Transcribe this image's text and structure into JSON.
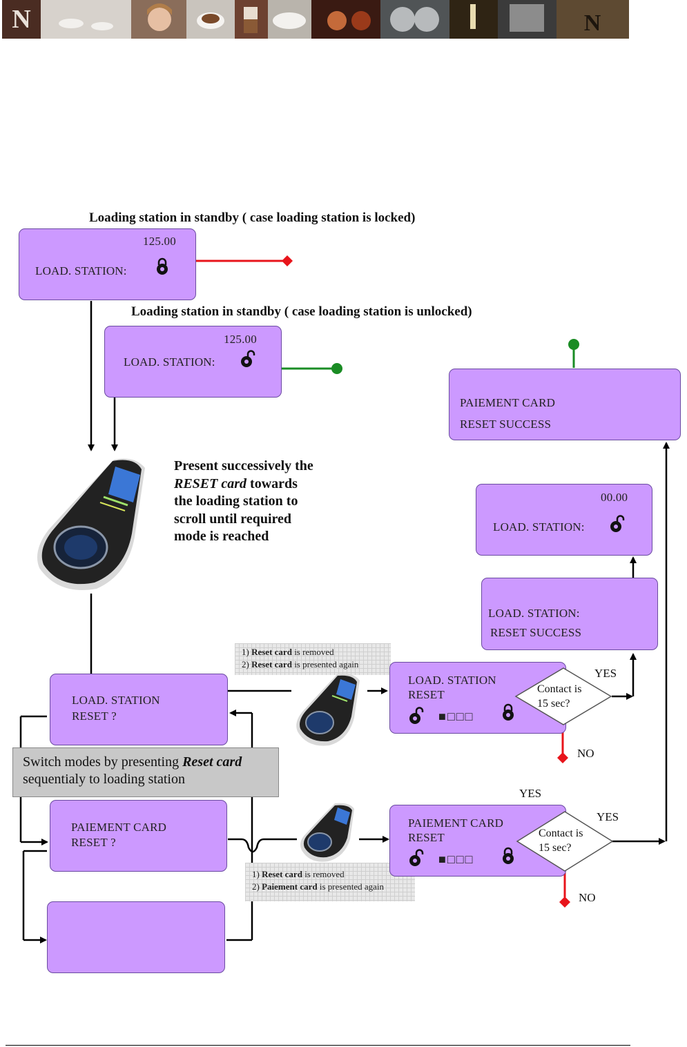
{
  "title_locked": "Loading station in standby ( case loading station is locked)",
  "title_unlocked": "Loading station in standby ( case loading station is unlocked)",
  "locked_box": {
    "amount": "125.00",
    "label": "LOAD. STATION:"
  },
  "unlocked_box": {
    "amount": "125.00",
    "label": "LOAD. STATION:"
  },
  "paiement_success": {
    "line1": "PAIEMENT CARD",
    "line2": "RESET SUCCESS"
  },
  "load_zero": {
    "amount": "00.00",
    "label": "LOAD. STATION:"
  },
  "load_success": {
    "line1": "LOAD. STATION:",
    "line2": "RESET SUCCESS"
  },
  "instructions": {
    "line1": "Present successively the",
    "line2_em": "RESET card",
    "line2_rest": " towards",
    "line3": "the loading station to",
    "line4": "scroll until required",
    "line5": "mode is reached"
  },
  "note_load": {
    "line1_num": "1) ",
    "line1_bold": "Reset card",
    "line1_rest": " is removed",
    "line2_num": "2) ",
    "line2_bold": "Reset card",
    "line2_rest": " is presented again"
  },
  "note_paiement": {
    "line1_num": "1) ",
    "line1_bold": "Reset card",
    "line1_rest": " is removed",
    "line2_num": "2) ",
    "line2_bold": "Paiement card",
    "line2_rest": " is presented again"
  },
  "load_reset_q": {
    "line1": "LOAD. STATION",
    "line2": "RESET ?"
  },
  "paiement_reset_q": {
    "line1": "PAIEMENT CARD",
    "line2": "RESET ?"
  },
  "switch_note": {
    "part1": "Switch modes by presenting ",
    "part_em": "Reset card",
    "line2": "sequentialy to loading station"
  },
  "load_reset_box": {
    "line1": "LOAD. STATION",
    "line2": "RESET",
    "progress": "■□□□"
  },
  "paiement_reset_box": {
    "line1": "PAIEMENT CARD",
    "line2": "RESET",
    "progress": "■□□□"
  },
  "decision_load": {
    "line1": "Contact is",
    "line2": "15 sec?"
  },
  "decision_paiement": {
    "line1": "Contact is",
    "line2": "15 sec?"
  },
  "labels": {
    "yes": "YES",
    "no": "NO"
  },
  "colors": {
    "box_fill": "#cc99ff",
    "locked_line": "#e8141b",
    "unlocked_line": "#1a8c24",
    "no_marker": "#e8141b"
  }
}
